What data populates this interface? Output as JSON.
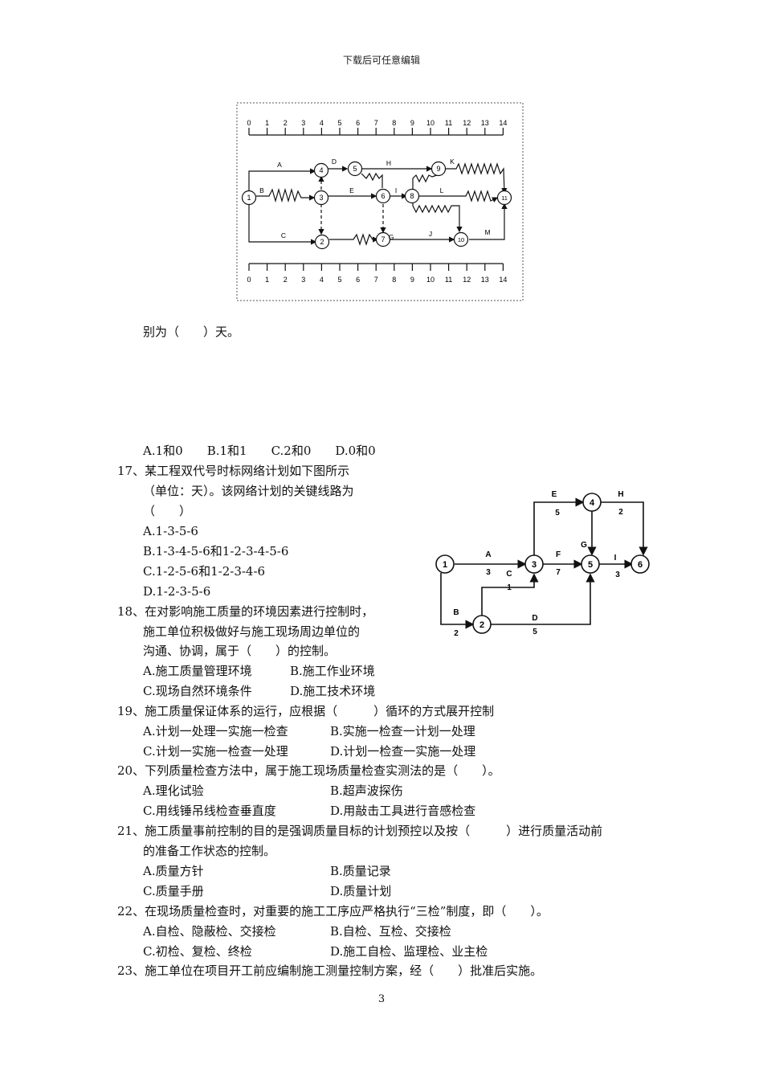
{
  "header": {
    "text": "下载后可任意编辑"
  },
  "figure1": {
    "ticks": [
      "0",
      "1",
      "2",
      "3",
      "4",
      "5",
      "6",
      "7",
      "8",
      "9",
      "10",
      "11",
      "12",
      "13",
      "14"
    ],
    "nodes": [
      "1",
      "2",
      "3",
      "4",
      "5",
      "6",
      "7",
      "8",
      "9",
      "10",
      "11"
    ],
    "activities": [
      "A",
      "B",
      "C",
      "D",
      "E",
      "G",
      "H",
      "I",
      "J",
      "K",
      "L",
      "M"
    ]
  },
  "q16_tail": "别为（　　）天。",
  "q16_options": "A.1和0　　B.1和1　　C.2和0　　D.0和0",
  "q17": {
    "stem": [
      "17、某工程双代号时标网络计划如下图所示",
      "（单位：天）。该网络计划的关键线路为",
      "（　　）"
    ],
    "options": [
      "A.1-3-5-6",
      "B.1-3-4-5-6和1-2-3-4-5-6",
      "C.1-2-5-6和1-2-3-4-6",
      "D.1-2-3-5-6"
    ]
  },
  "figure2": {
    "nodes": [
      "1",
      "2",
      "3",
      "4",
      "5",
      "6"
    ],
    "activities": [
      {
        "name": "A",
        "duration": "3"
      },
      {
        "name": "B",
        "duration": "2"
      },
      {
        "name": "C",
        "duration": "1"
      },
      {
        "name": "D",
        "duration": "5"
      },
      {
        "name": "E",
        "duration": "5"
      },
      {
        "name": "F",
        "duration": "7"
      },
      {
        "name": "G",
        "duration": ""
      },
      {
        "name": "H",
        "duration": "2"
      },
      {
        "name": "I",
        "duration": "3"
      }
    ]
  },
  "q18": {
    "stem": [
      "18、在对影响施工质量的环境因素进行控制时，",
      "施工单位积极做好与施工现场周边单位的",
      "沟通、协调，属于（　　）的控制。"
    ],
    "options": [
      "A.施工质量管理环境",
      "B.施工作业环境",
      "C.现场自然环境条件",
      "D.施工技术环境"
    ]
  },
  "q19": {
    "stem": "19、施工质量保证体系的运行，应根据（　　　）循环的方式展开控制",
    "options": [
      "A.计划一处理一实施一检查",
      "B.实施一检查一计划一处理",
      "C.计划一实施一检查一处理",
      "D.计划一检查一实施一处理"
    ]
  },
  "q20": {
    "stem": "20、下列质量检查方法中，属于施工现场质量检查实测法的是（　　）。",
    "options": [
      "A.理化试验",
      "B.超声波探伤",
      "C.用线锤吊线检查垂直度",
      "D.用敲击工具进行音感检查"
    ]
  },
  "q21": {
    "stem": [
      "21、施工质量事前控制的目的是强调质量目标的计划预控以及按（　　　）进行质量活动前",
      "的准备工作状态的控制。"
    ],
    "options": [
      "A.质量方针",
      "B.质量记录",
      "C.质量手册",
      "D.质量计划"
    ]
  },
  "q22": {
    "stem": "22、在现场质量检查时，对重要的施工工序应严格执行“三检”制度，即（　　）。",
    "options": [
      "A.自检、隐蔽检、交接检",
      "B.自检、互检、交接检",
      "C.初检、复检、终检",
      "D.施工自检、监理检、业主检"
    ]
  },
  "q23": {
    "stem": "23、施工单位在项目开工前应编制施工测量控制方案，经（　　）批准后实施。"
  },
  "page_number": "3"
}
